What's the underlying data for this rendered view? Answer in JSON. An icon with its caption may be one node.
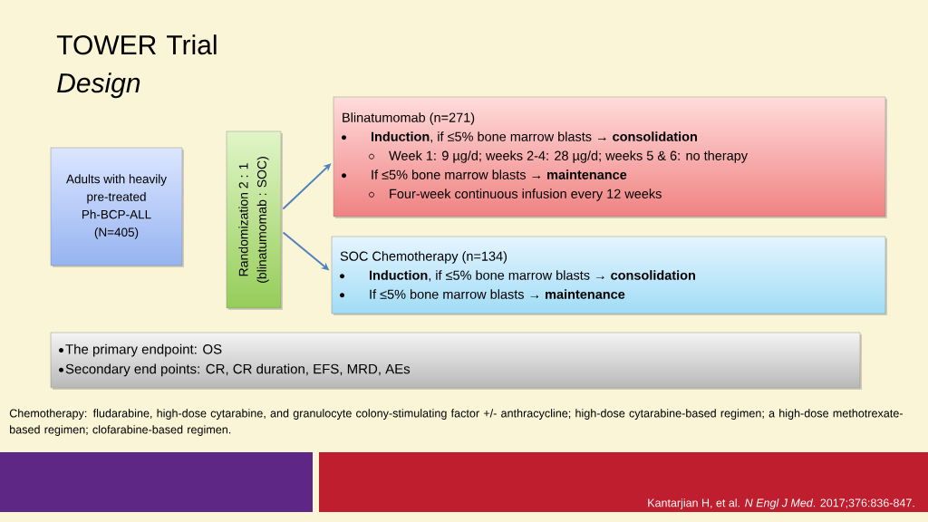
{
  "diagram": {
    "title": "TOWER Trial *Design*",
    "nodes": [
      {
        "text": [
          "Adults with heavily pre-treated Ph-BCP-ALL (N=405)"
        ]
      },
      {
        "text": [
          "Randomization 2 : 1 (blinatumomab : SOC)"
        ]
      },
      {
        "text": [
          "Blinatumomab (n=271)",
          "**Induction**, if ≤5% bone marrow blasts → **consolidation**",
          "Week 1: 9 µg/d; weeks 2-4: 28 µg/d; weeks 5 & 6: no therapy",
          "If ≤5% bone marrow blasts → **maintenance**",
          "Four-week continuous infusion every 12 weeks"
        ]
      },
      {
        "text": [
          "SOC Chemotherapy (n=134)",
          "**Induction**, if ≤5% bone marrow blasts → **consolidation**",
          "If ≤5% bone marrow blasts → **maintenance**"
        ]
      },
      {
        "text": [
          "The primary endpoint: OS",
          "Secondary end points: CR, CR duration, EFS, MRD, AEs"
        ]
      }
    ],
    "edges": [
      {
        "from": 1,
        "to": 2,
        "arrow": "to"
      },
      {
        "from": 1,
        "to": 3,
        "arrow": "to"
      }
    ],
    "labels": [
      "Chemotherapy: fludarabine, high-dose cytarabine, and granulocyte colony-stimulating factor +/- anthracycline; high-dose cytarabine-based regimen; a high-dose methotrexate-based regimen; clofarabine-based regimen.",
      "Kantarjian H, et al. *N Engl J Med*. 2017;376:836-847."
    ]
  }
}
